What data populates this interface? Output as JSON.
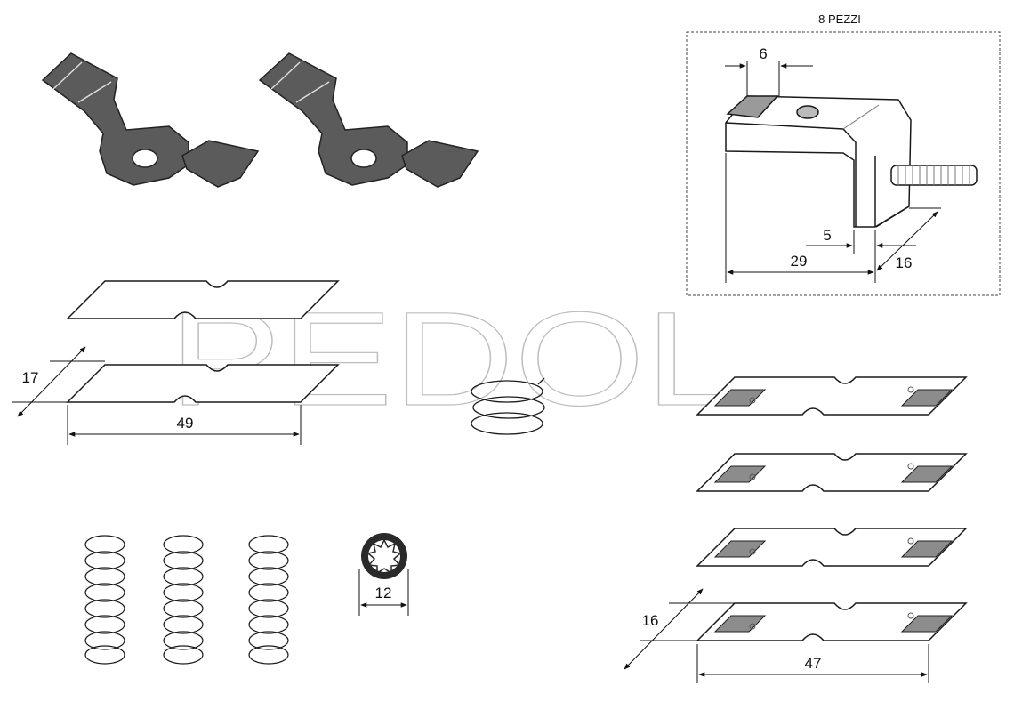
{
  "box_title": "8 PEZZI",
  "watermark": "PEDOL",
  "dimensions": {
    "bracket_top": "6",
    "bracket_foot": "5",
    "bracket_length": "29",
    "bracket_depth": "16",
    "plate_width": "17",
    "plate_length": "49",
    "washer_diameter": "12",
    "contact_width": "16",
    "contact_length": "47"
  },
  "colors": {
    "part_gray": "#5b5b5b",
    "pad_gray": "#8c8c8c",
    "line": "#1a1a1a"
  }
}
